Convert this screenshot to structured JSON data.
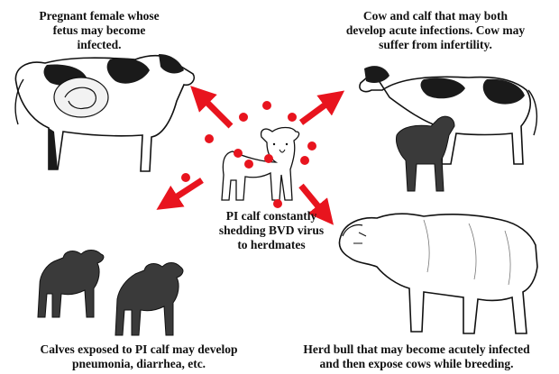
{
  "labels": {
    "pregnant_female": "Pregnant female whose\nfetus may become\ninfected.",
    "cow_and_calf": "Cow and calf that may both\ndevelop acute infections. Cow may\nsuffer from infertility.",
    "pi_calf": "PI calf constantly\nshedding BVD virus\nto herdmates",
    "calves_exposed": "Calves exposed to PI calf may develop\npneumonia, diarrhea, etc.",
    "herd_bull": "Herd bull that may become acutely infected\nand then expose cows while breeding."
  },
  "colors": {
    "arrow": "#e8141e",
    "virus_dot": "#e8141e",
    "dark_calf": "#3a3a3a",
    "outline": "#111111",
    "patch": "#1a1a1a",
    "hide": "#ffffff"
  },
  "icons": {
    "pregnant_cow": "holstein-cow-with-fetus-illustration",
    "cow_and_calf": "holstein-cow-with-dark-calf-illustration",
    "pi_calf": "white-calf-illustration",
    "exposed_calves": "two-dark-calves-illustration",
    "herd_bull": "white-bull-illustration"
  }
}
